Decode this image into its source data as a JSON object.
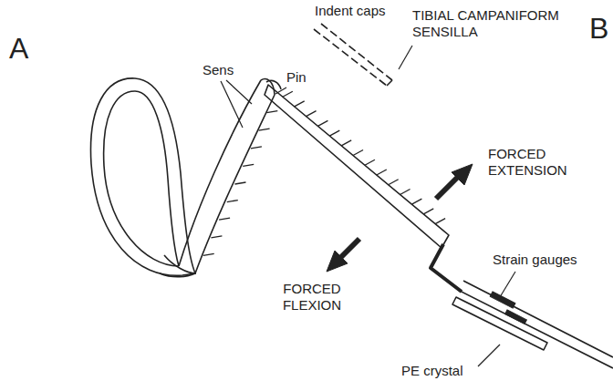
{
  "diagram": {
    "labels": [
      "A",
      "B",
      "Indent caps",
      "TIBIAL CAMPANIFORM SENSILLA",
      "Sens",
      "Pin",
      "FORCED EXTENSION",
      "FORCED FLEXION",
      "Strain gauges",
      "PE crystal"
    ]
  }
}
